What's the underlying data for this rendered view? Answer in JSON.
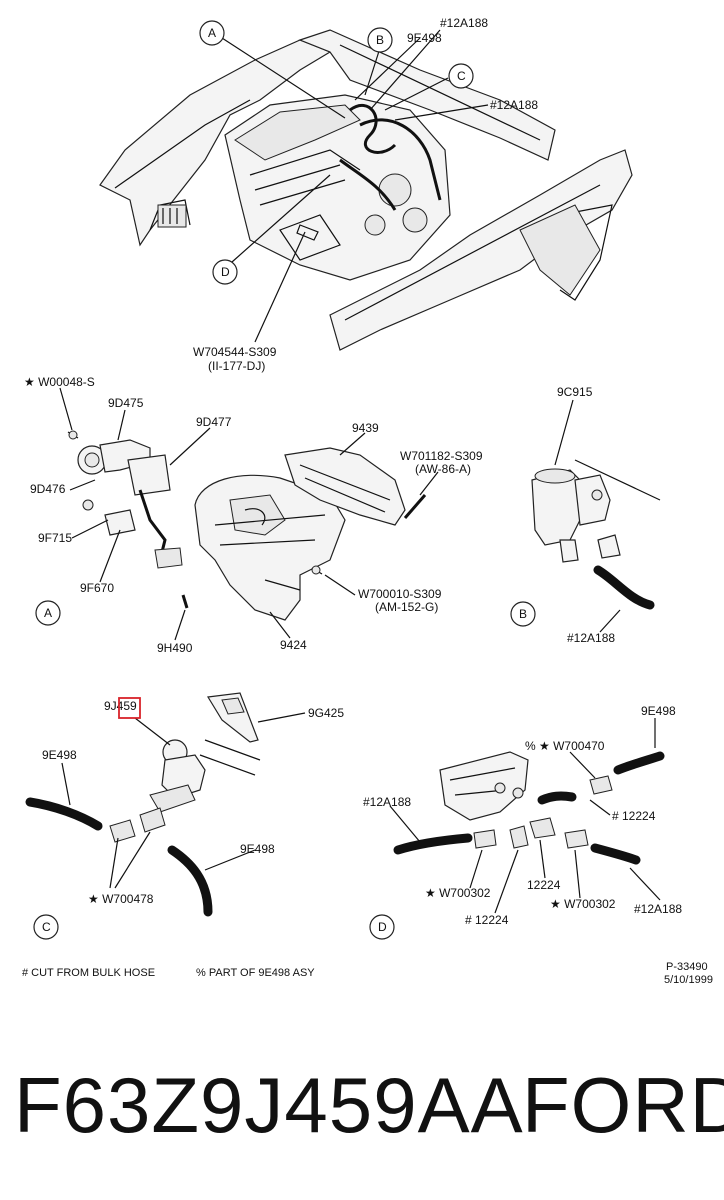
{
  "diagram": {
    "top_labels": [
      "A",
      "B",
      "C",
      "D",
      "#12A188",
      "9E498",
      "#12A188",
      "W704544-S309",
      "(II-177-DJ)"
    ],
    "view_a": {
      "circle": "A",
      "labels": [
        "★ W00048-S",
        "9D475",
        "9D477",
        "9439",
        "W701182-S309",
        "(AW-86-A)",
        "9D476",
        "9F715",
        "9F670",
        "W700010-S309",
        "(AM-152-G)",
        "9H490",
        "9424"
      ]
    },
    "view_b": {
      "circle": "B",
      "labels": [
        "9C915",
        "#12A188"
      ]
    },
    "view_c": {
      "circle": "C",
      "labels": [
        "9J459",
        "9G425",
        "9E498",
        "9E498",
        "★ W700478"
      ]
    },
    "view_d": {
      "circle": "D",
      "labels": [
        "9E498",
        "% ★ W700470",
        "#12A188",
        "# 12224",
        "★ W700302",
        "12224",
        "★ W700302",
        "#12A188",
        "# 12224"
      ]
    },
    "footnotes": [
      "# CUT FROM BULK HOSE",
      "% PART OF 9E498 ASY"
    ],
    "ref": [
      "P-33490",
      "5/10/1999"
    ],
    "highlight_color": "#d9232a"
  },
  "caption": {
    "part_number": "F63Z9J459AA",
    "brand": "FORD"
  }
}
